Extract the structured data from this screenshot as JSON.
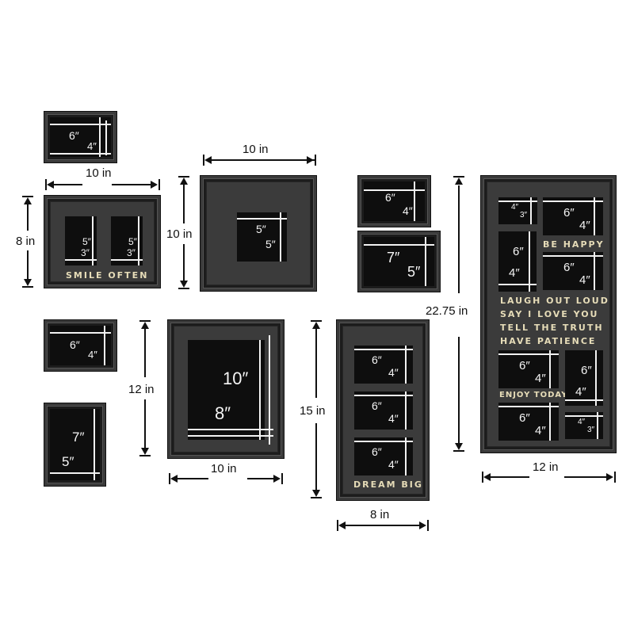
{
  "colors": {
    "frame": "#1c1c1c",
    "mat": "#3b3b3b",
    "opening": "#0e0e0e",
    "quote_text": "#e6dcb8",
    "dimension": "#111111"
  },
  "frames": {
    "f1": {
      "w": "6″",
      "h": "4″"
    },
    "f2": {
      "a_w": "5″",
      "a_h": "3″",
      "b_w": "5″",
      "b_h": "3″",
      "text": "SMILE OFTEN"
    },
    "f3": {
      "w": "5″",
      "h": "5″"
    },
    "f4": {
      "w": "6″",
      "h": "4″"
    },
    "f5": {
      "w": "7″",
      "h": "5″"
    },
    "f6": {
      "w": "10″",
      "h": "8″"
    },
    "f7": {
      "w": "6″",
      "h": "4″"
    },
    "f8": {
      "w": "7″",
      "h": "5″"
    },
    "f9": {
      "a_w": "6″",
      "a_h": "4″",
      "b_w": "6″",
      "b_h": "4″",
      "c_w": "6″",
      "c_h": "4″",
      "text": "DREAM BIG"
    },
    "f10": {
      "s1_w": "4″",
      "s1_h": "3″",
      "s2_w": "6″",
      "s2_h": "4″",
      "s3_w": "6″",
      "s3_h": "4″",
      "s4_w": "6″",
      "s4_h": "4″",
      "s5_w": "6″",
      "s5_h": "4″",
      "s6_w": "6″",
      "s6_h": "4″",
      "s7_w": "6″",
      "s7_h": "4″",
      "s8_w": "4″",
      "s8_h": "3″",
      "be_happy": "BE HAPPY",
      "quote": [
        "LAUGH OUT LOUD",
        "SAY I LOVE YOU",
        "TELL THE TRUTH",
        "HAVE PATIENCE"
      ],
      "enjoy": "ENJOY TODAY"
    }
  },
  "dimensions": {
    "f2_width": "10 in",
    "f2_height": "8 in",
    "f3_width": "10 in",
    "f3_height": "10 in",
    "f6_width": "10 in",
    "f6_height": "12 in",
    "f9_width": "8 in",
    "f9_height": "15 in",
    "f10_width": "12 in",
    "f10_height": "22.75 in"
  }
}
